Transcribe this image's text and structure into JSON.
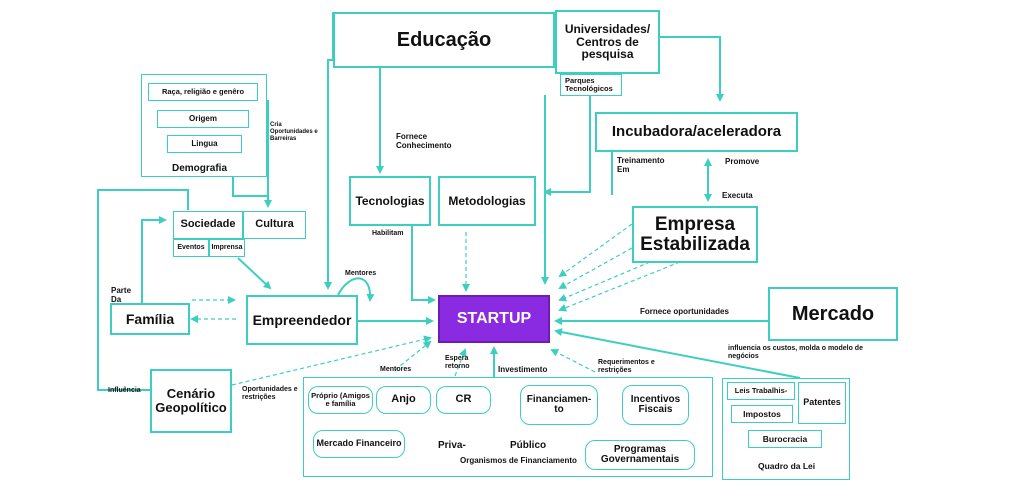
{
  "nodes": {
    "startup": "STARTUP",
    "educacao": "Educação",
    "universidades": "Universidades/ Centros de pesquisa",
    "parques": "Parques Tecnológicos",
    "incubadora": "Incubadora/aceleradora",
    "empresa": "Empresa Estabilizada",
    "mercado": "Mercado",
    "tecnologias": "Tecnologias",
    "metodologias": "Metodologias",
    "empreendedor": "Empreendedor",
    "familia": "Família",
    "sociedade": "Sociedade",
    "cultura": "Cultura",
    "eventos": "Eventos",
    "imprensa": "Imprensa",
    "demografia": "Demografia",
    "raca": "Raça, religião e genêro",
    "origem": "Origem",
    "lingua": "Lingua",
    "cenario": "Cenário Geopolítico",
    "proprio": "Próprio (Amigos e família",
    "anjo": "Anjo",
    "cr": "CR",
    "mercado_financeiro": "Mercado Financeiro",
    "priva": "Priva-",
    "publico": "Público",
    "financiamento": "Financiamen- to",
    "incentivos": "Incentivos Fiscais",
    "programas": "Programas Governamentais",
    "organismos": "Organismos de Financiamento",
    "leis": "Leis Trabalhis-",
    "impostos": "Impostos",
    "patentes": "Patentes",
    "burocracia": "Burocracia",
    "quadro": "Quadro da Lei"
  },
  "edge_labels": {
    "fornece_conhecimento": "Fornece Conhecimento",
    "cria_oportunidades": "Cria Oportunidades e Barreiras",
    "treinamento": "Treinamento Em",
    "promove": "Promove",
    "executa": "Executa",
    "habilitam": "Habilitam",
    "mentores_top": "Mentores",
    "parte_da": "Parte Da",
    "fornece_oportunidades": "Fornece oportunidades",
    "influencia_custos": "influencia os custos, molda o modelo de negócios",
    "influencia": "Influência",
    "oportunidades_restricoes": "Oportunidades e restrições",
    "mentores_bottom": "Mentores",
    "espera_retorno": "Espera retorno",
    "investimento": "Investimento",
    "requerimentos": "Requerimentos e restrições"
  },
  "colors": {
    "accent": "#3ccfc0",
    "startup": "#8a2be2"
  }
}
